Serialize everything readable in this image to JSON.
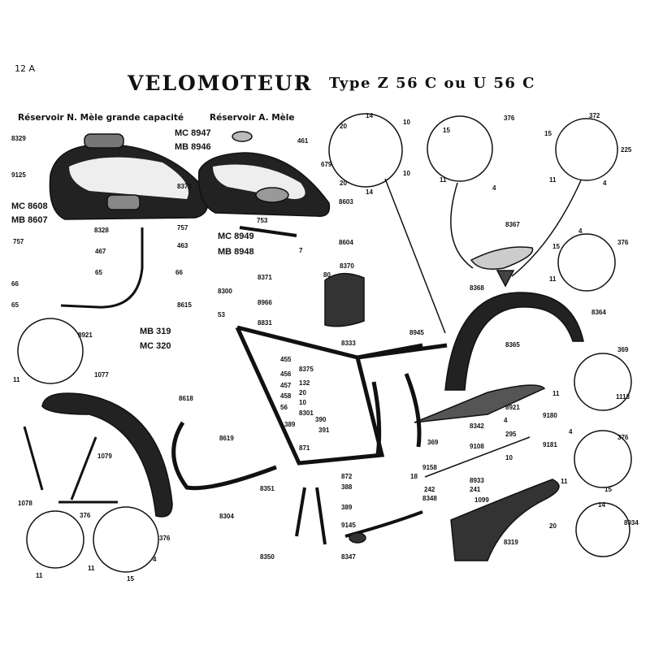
{
  "page_number": "12 A",
  "title": "VELOMOTEUR",
  "subtitle": "Type Z 56 C ou U 56 C",
  "sections": {
    "tank_large": "Réservoir N. Mèle grande capacité",
    "tank_a": "Réservoir A. Mèle"
  },
  "colors": {
    "ink": "#111111",
    "paper": "#ffffff"
  },
  "part_labels": [
    "8329",
    "9125",
    "MC 8608",
    "MB 8607",
    "757",
    "8328",
    "463",
    "467",
    "65",
    "66",
    "66",
    "65",
    "8615",
    "MC 8947",
    "MB 8946",
    "461",
    "8373",
    "757",
    "MC 8949",
    "MB 8948",
    "753",
    "7",
    "14",
    "20",
    "10",
    "679",
    "20",
    "10",
    "14",
    "8603",
    "8604",
    "15",
    "376",
    "11",
    "4",
    "372",
    "15",
    "225",
    "11",
    "4",
    "8367",
    "8368",
    "4",
    "15",
    "376",
    "11",
    "8364",
    "8365",
    "8945",
    "8370",
    "8333",
    "8371",
    "80",
    "8966",
    "8831",
    "8300",
    "53",
    "MB 319",
    "MC 320",
    "455",
    "456",
    "457",
    "458",
    "56",
    "8375",
    "132",
    "20",
    "10",
    "8301",
    "389",
    "390",
    "391",
    "871",
    "8618",
    "8619",
    "8921",
    "11",
    "1077",
    "1079",
    "1078",
    "376",
    "376",
    "11",
    "4",
    "11",
    "15",
    "8304",
    "8351",
    "388",
    "389",
    "8350",
    "872",
    "18",
    "9158",
    "242",
    "241",
    "8348",
    "1099",
    "9145",
    "8347",
    "8933",
    "9108",
    "369",
    "8342",
    "8921",
    "4",
    "9180",
    "295",
    "9181",
    "10",
    "369",
    "11",
    "1113",
    "4",
    "376",
    "11",
    "15",
    "14",
    "20",
    "8934",
    "8319"
  ]
}
